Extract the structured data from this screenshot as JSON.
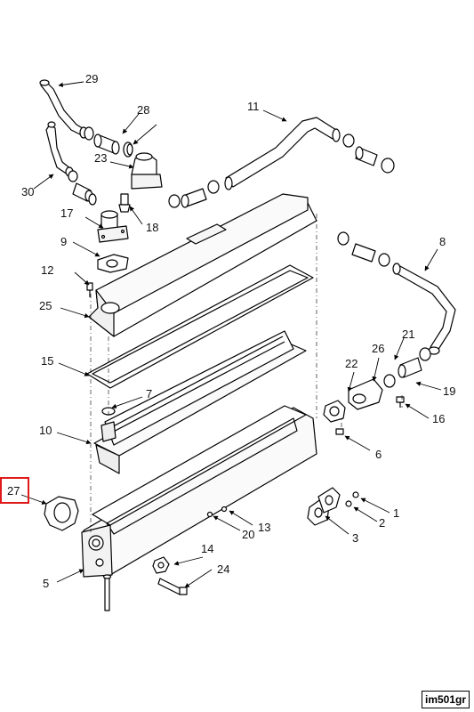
{
  "diagram": {
    "image_code": "im501gr",
    "highlight_color": "#e01a1a",
    "labels": {
      "l1": "1",
      "l2": "2",
      "l3": "3",
      "l5": "5",
      "l6": "6",
      "l7": "7",
      "l8": "8",
      "l9": "9",
      "l10": "10",
      "l11": "11",
      "l12": "12",
      "l13": "13",
      "l14": "14",
      "l15": "15",
      "l16": "16",
      "l17": "17",
      "l18": "18",
      "l19": "19",
      "l20": "20",
      "l21": "21",
      "l22": "22",
      "l23": "23",
      "l24": "24",
      "l25": "25",
      "l26": "26",
      "l27": "27",
      "l28": "28",
      "l29": "29",
      "l30": "30"
    }
  }
}
